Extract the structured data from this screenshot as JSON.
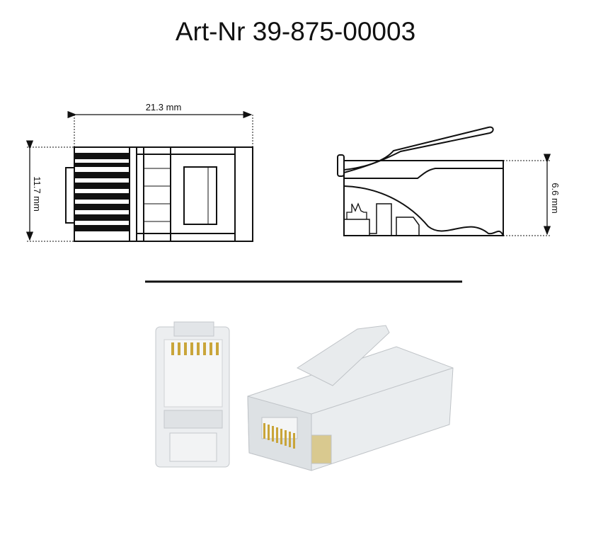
{
  "title": "Art-Nr 39-875-00003",
  "dimensions": {
    "length": "21.3 mm",
    "height": "11.7 mm",
    "side_height": "6.6 mm"
  },
  "colors": {
    "line": "#111111",
    "plastic": "#e6e8ea",
    "contacts": "#c9a53a"
  }
}
